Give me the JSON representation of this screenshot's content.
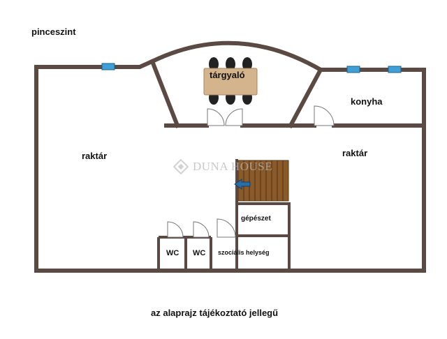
{
  "floor_label": "pinceszint",
  "rooms": {
    "meeting_room": "tárgyaló",
    "kitchen": "konyha",
    "storage_left": "raktár",
    "storage_right": "raktár",
    "mechanical": "gépészet",
    "wc_1": "WC",
    "wc_2": "WC",
    "social_room": "szociális helység"
  },
  "watermark": "DUNA HOUSE",
  "footer_note": "az alaprajz tájékoztató jellegű",
  "colors": {
    "wall": "#5a4a43",
    "window": "#3fa0d8",
    "stairs": "#8a5a2a",
    "table": "#d4b48c",
    "arrow": "#2a6ea8"
  },
  "icons": [
    "window-icon",
    "door-swing-icon",
    "staircase-icon",
    "arrow-left-icon",
    "table-icon",
    "chair-icon",
    "duna-house-logo-icon"
  ]
}
